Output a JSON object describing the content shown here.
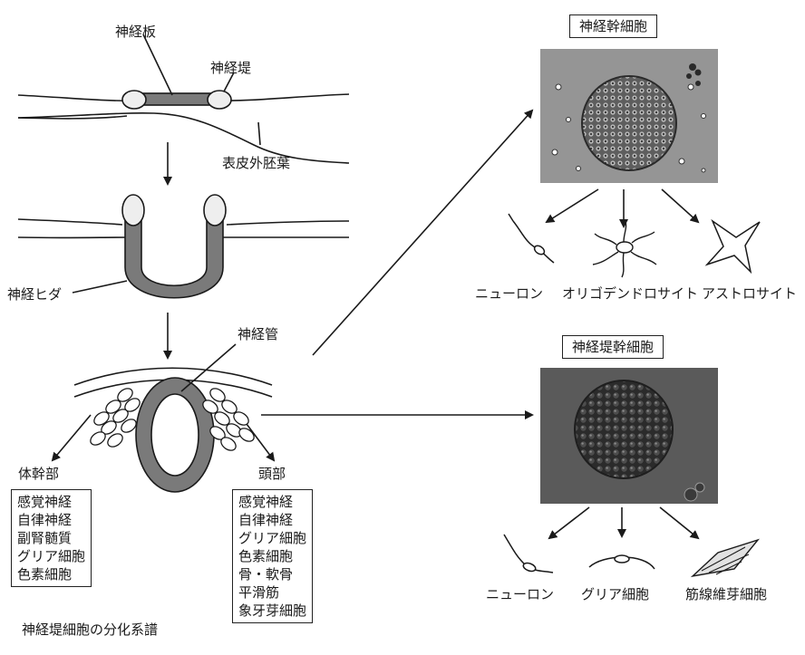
{
  "labels": {
    "neural_plate": "神経板",
    "neural_crest": "神経堤",
    "epidermal_ectoderm": "表皮外胚葉",
    "neural_fold": "神経ヒダ",
    "neural_tube": "神経管",
    "trunk": "体幹部",
    "head": "頭部",
    "caption": "神経堤細胞の分化系譜"
  },
  "neural_stem": {
    "title": "神経幹細胞",
    "outputs": [
      "ニューロン",
      "オリゴデンドロサイト",
      "アストロサイト"
    ]
  },
  "crest_stem": {
    "title": "神経堤幹細胞",
    "outputs": [
      "ニューロン",
      "グリア細胞",
      "筋線維芽細胞"
    ]
  },
  "trunk_list": [
    "感覚神経",
    "自律神経",
    "副腎髄質",
    "グリア細胞",
    "色素細胞"
  ],
  "head_list": [
    "感覚神経",
    "自律神経",
    "グリア細胞",
    "色素細胞",
    "骨・軟骨",
    "平滑筋",
    "象牙芽細胞"
  ],
  "colors": {
    "ink": "#1a1a1a",
    "tube_fill": "#7a7a7a",
    "crest_fill": "#eeeeee",
    "photo_bg": "#5a5a5a"
  }
}
